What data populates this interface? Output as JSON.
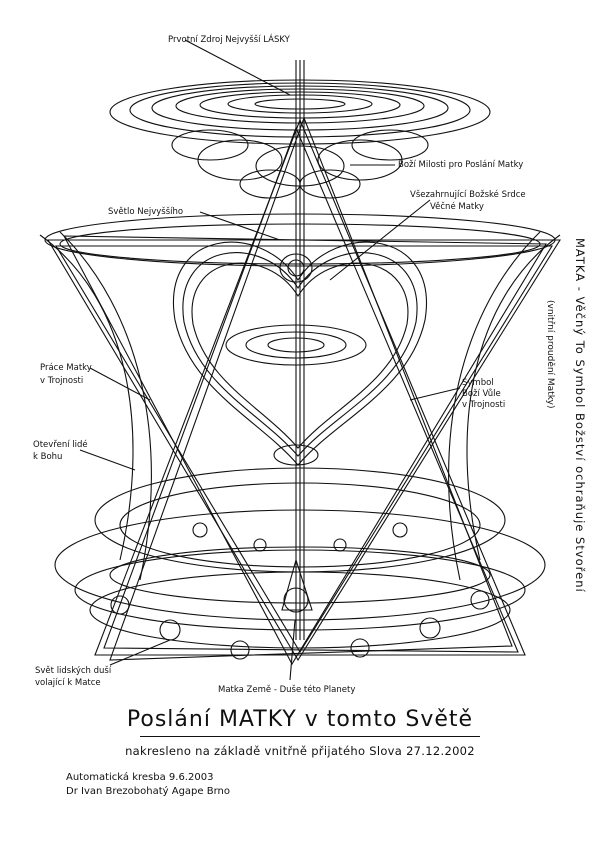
{
  "labels": {
    "source": "Prvotní Zdroj Nejvyšší LÁSKY",
    "grace": "Boží Milosti pro Poslání Matky",
    "light": "Světlo Nejvyššího",
    "rules": "Všezahrnující Božské Srdce",
    "rules2": "Věčné Matky",
    "work": "Práce Matky",
    "work2": "v Trojnosti",
    "symbol": "Symbol",
    "symbol2": "Boží Vůle",
    "symbol3": "v Trojnosti",
    "open": "Otevření lidé",
    "open2": "k Bohu",
    "world": "Svět lidských duší",
    "world2": "volající k Matce",
    "mother_earth": "Matka Země - Duše této Planety"
  },
  "side_text": {
    "main": "MATKA - Věčný To Symbol Božství ochraňuje Stvoření",
    "small": "(vnitřní proudění Matky)"
  },
  "title": "Poslání MATKY v tomto Světě",
  "subtitle": "nakresleno na základě vnitřně přijatého Slova 27.12.2002",
  "footer": {
    "line1": "Automatická kresba 9.6.2003",
    "line2": "Dr Ivan Brezobohatý Agape Brno"
  }
}
